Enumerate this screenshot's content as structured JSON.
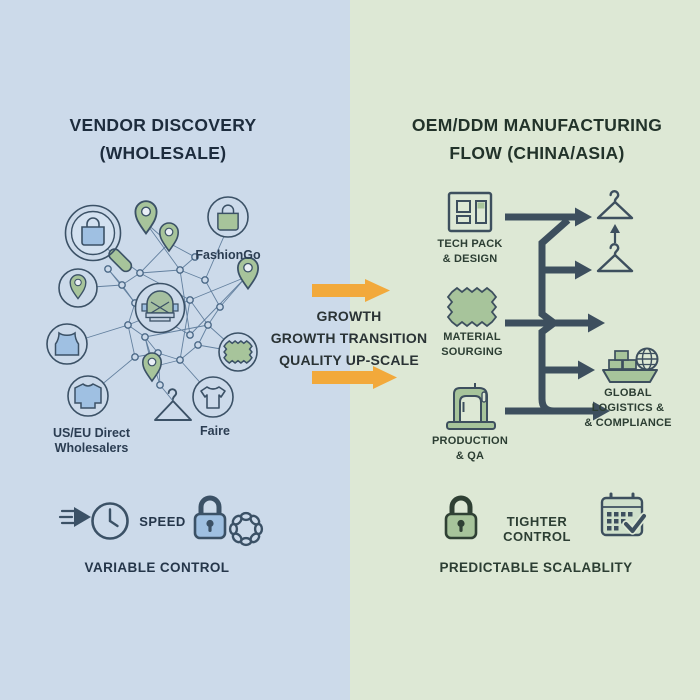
{
  "left_panel": {
    "title_line1": "VENDOR DISCOVERY",
    "title_line2": "(WHOLESALE)",
    "network": {
      "label_fashiongo": "FashionGo",
      "label_us_eu_line1": "US/EU Direct",
      "label_us_eu_line2": "Wholesalers",
      "label_faire": "Faire"
    },
    "bottom": {
      "speed_label": "SPEED",
      "caption": "VARIABLE CONTROL"
    }
  },
  "transition": {
    "line1": "GROWTH",
    "line2": "GROWTH TRANSITION",
    "line3": "QUALITY UP-SCALE"
  },
  "right_panel": {
    "title_line1": "OEM/DDM MANUFACTURING",
    "title_line2": "FLOW (CHINA/ASIA)",
    "steps": [
      {
        "line1": "TECH PACK",
        "line2": "& DESIGN"
      },
      {
        "line1": "MATERIAL",
        "line2": "SOURGING"
      },
      {
        "line1": "PRODUCTION",
        "line2": "& QA"
      }
    ],
    "logistics": {
      "line1": "GLOBAL",
      "line2": "LOGISTICS &",
      "line3": "& COMPLIANCE"
    },
    "bottom": {
      "control_label": "TIGHTER CONTROL",
      "caption": "PREDICTABLE SCALABLITY"
    }
  },
  "icons": [
    "magnifier-bag-icon",
    "map-pin-icon",
    "shopping-bag-icon",
    "tank-top-icon",
    "shirt-icon",
    "t-shirt-icon",
    "hanger-icon",
    "fabric-swatch-icon",
    "sewing-machine-icon",
    "speed-clock-icon",
    "padlock-icon",
    "chain-icon",
    "calendar-check-icon",
    "cargo-ship-icon",
    "globe-icon",
    "tech-pack-icon",
    "orange-arrow-icon",
    "flow-arrow-icon"
  ],
  "colors": {
    "left_bg": "#CCDAEA",
    "right_bg": "#DDE8D5",
    "accent_orange": "#F2A93B",
    "flow_dark": "#3D4F5E",
    "icon_green": "#A7C49B",
    "icon_blue": "#9FC0E2",
    "navy_text": "#25364A",
    "green_text": "#2C3E33"
  }
}
